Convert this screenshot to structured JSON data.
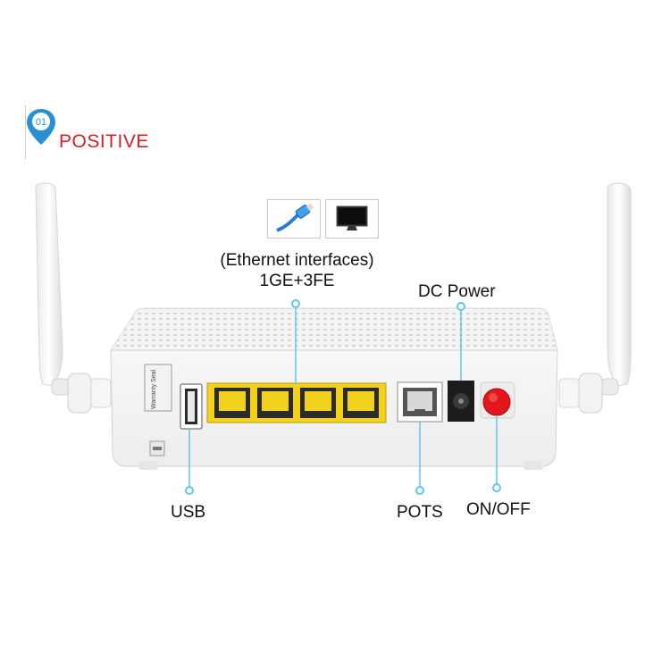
{
  "badge": {
    "number": "01",
    "text": "POSITIVE"
  },
  "icons": [
    {
      "name": "ethernet-cable-icon"
    },
    {
      "name": "monitor-icon"
    }
  ],
  "labels": {
    "ethernet_line1": "(Ethernet interfaces)",
    "ethernet_line2": "1GE+3FE",
    "dc_power": "DC Power",
    "usb": "USB",
    "pots": "POTS",
    "on_off": "ON/OFF"
  },
  "device": {
    "warranty_seal": "Warranty Seal"
  },
  "colors": {
    "brand_red": "#d0202a",
    "pin_blue": "#2b8fd4",
    "callout_blue": "#5cc7f0",
    "ethernet_yellow": "#f3d21f",
    "power_button_red": "#e3161c"
  }
}
